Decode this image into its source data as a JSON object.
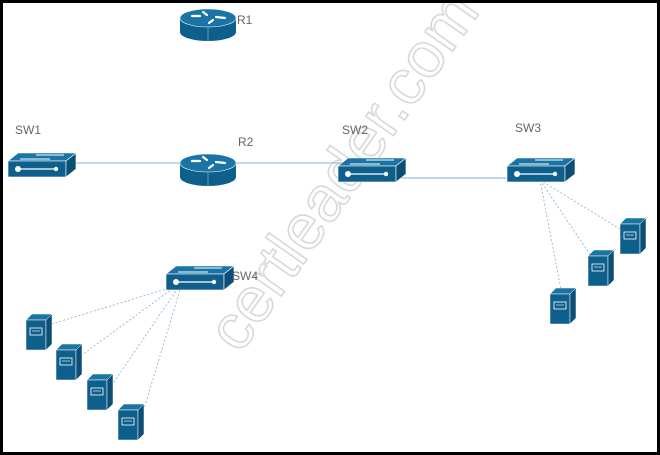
{
  "watermark": "certleader.com",
  "devices": {
    "r1": {
      "label": "R1",
      "type": "router"
    },
    "r2": {
      "label": "R2",
      "type": "router"
    },
    "sw1": {
      "label": "SW1",
      "type": "switch"
    },
    "sw2": {
      "label": "SW2",
      "type": "switch"
    },
    "sw3": {
      "label": "SW3",
      "type": "switch"
    },
    "sw4": {
      "label": "SW4",
      "type": "switch"
    }
  },
  "links": [
    [
      "SW1",
      "R2"
    ],
    [
      "R2",
      "SW2"
    ],
    [
      "SW2",
      "SW3"
    ]
  ],
  "colors": {
    "device": "#0f5f8c",
    "device_top": "#1a74a6",
    "link": "#7fb3d1"
  }
}
